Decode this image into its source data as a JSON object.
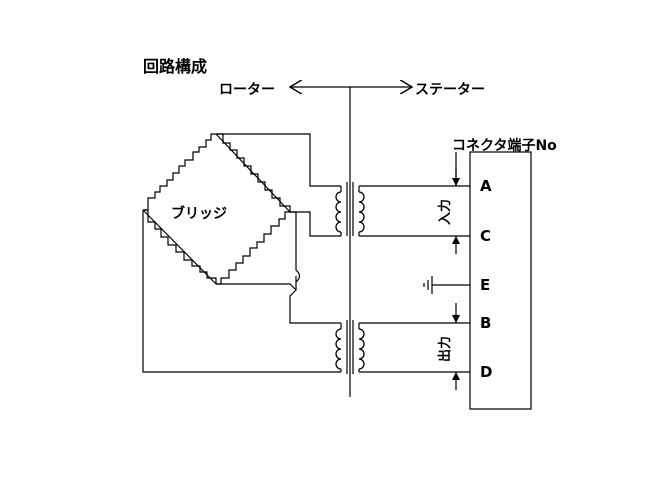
{
  "title": "回路構成",
  "rotor_label": "ローター",
  "stator_label": "ステーター",
  "bridge_label": "ブリッジ",
  "connector_label": "コネクタ端子No",
  "input_label": "入力",
  "output_label": "出力",
  "terminals": [
    "A",
    "C",
    "E",
    "B",
    "D"
  ]
}
